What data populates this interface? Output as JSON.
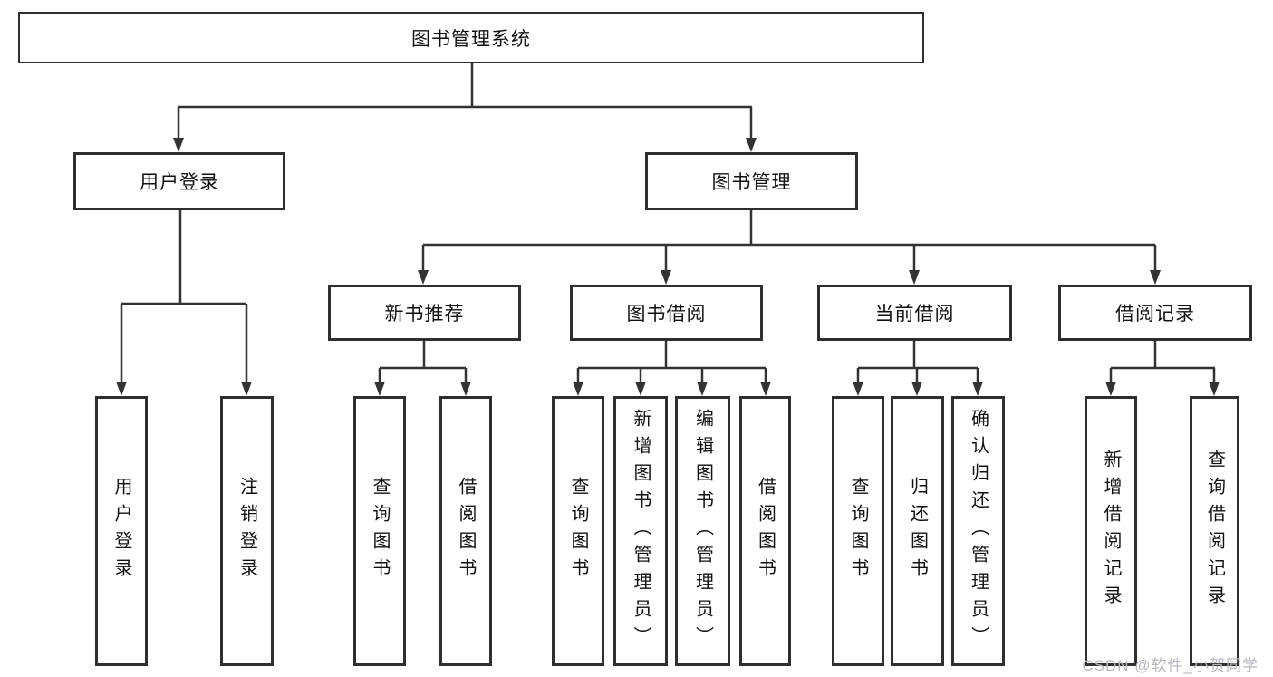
{
  "tree": {
    "root": {
      "label": "图书管理系统",
      "children": [
        {
          "label": "用户登录",
          "children": [
            {
              "label": "用户登录"
            },
            {
              "label": "注销登录"
            }
          ]
        },
        {
          "label": "图书管理",
          "children": [
            {
              "label": "新书推荐",
              "children": [
                {
                  "label": "查询图书"
                },
                {
                  "label": "借阅图书"
                }
              ]
            },
            {
              "label": "图书借阅",
              "children": [
                {
                  "label": "查询图书"
                },
                {
                  "label": "新增图书（管理员）"
                },
                {
                  "label": "编辑图书（管理员）"
                },
                {
                  "label": "借阅图书"
                }
              ]
            },
            {
              "label": "当前借阅",
              "children": [
                {
                  "label": "查询图书"
                },
                {
                  "label": "归还图书"
                },
                {
                  "label": "确认归还（管理员）"
                }
              ]
            },
            {
              "label": "借阅记录",
              "children": [
                {
                  "label": "新增借阅记录"
                },
                {
                  "label": "查询借阅记录"
                }
              ]
            }
          ]
        }
      ]
    }
  },
  "watermark": {
    "text": "CSDN @软件_小贺同学"
  },
  "colors": {
    "line": "#333333",
    "box_border": "#2f2f2f",
    "text": "#111111",
    "watermark": "#b4b8bf",
    "background": "#ffffff"
  }
}
